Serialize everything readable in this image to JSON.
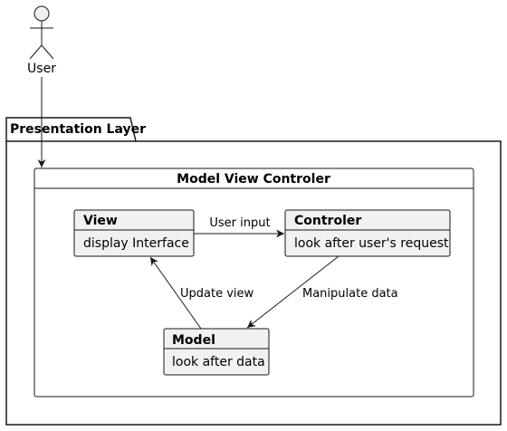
{
  "actor": {
    "label": "User"
  },
  "package": {
    "label": "Presentation Layer"
  },
  "container": {
    "label": "Model View Controler"
  },
  "classes": {
    "view": {
      "name": "View",
      "description": "display Interface"
    },
    "controler": {
      "name": "Controler",
      "description": "look after user's request"
    },
    "model": {
      "name": "Model",
      "description": "look after data"
    }
  },
  "edges": {
    "user_input": "User input",
    "manipulate_data": "Manipulate data",
    "update_view": "Update view"
  },
  "colors": {
    "box_fill": "#f1f1f1",
    "stroke": "#181818",
    "background": "#ffffff"
  }
}
